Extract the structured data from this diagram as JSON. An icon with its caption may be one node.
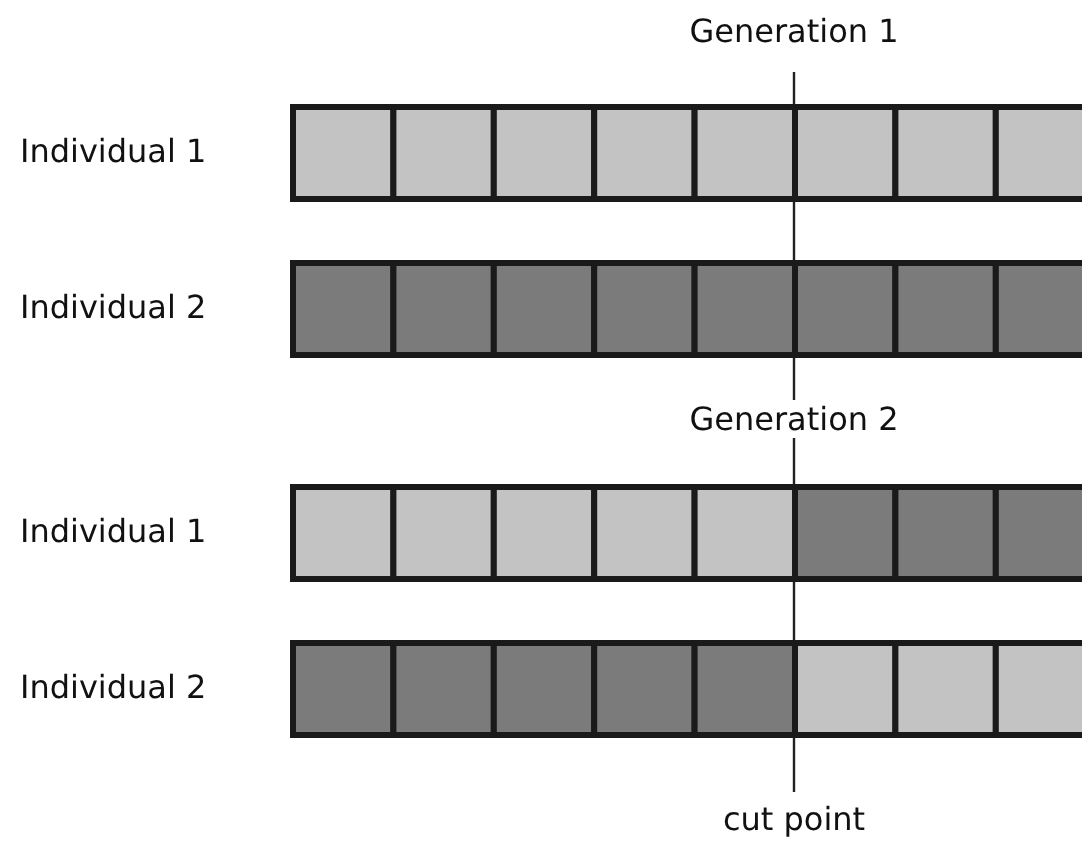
{
  "diagram": {
    "nodes": [
      {
        "text": [],
        "shape": "bar",
        "beside": [
          "Individual 1"
        ]
      },
      {
        "text": [],
        "shape": "bar",
        "beside": [
          "Individual 2"
        ]
      },
      {
        "text": [],
        "shape": "bar",
        "beside": [
          "Individual 1"
        ]
      },
      {
        "text": [],
        "shape": "bar",
        "beside": [
          "Individual 2"
        ]
      }
    ],
    "labels": [
      "Generation 1",
      "Generation 2",
      "cut point"
    ]
  }
}
